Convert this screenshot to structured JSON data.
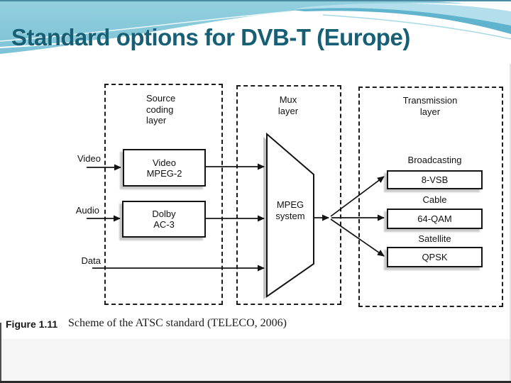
{
  "title": "Standard options for DVB-T (Europe)",
  "diagram": {
    "source_layer_label": "Source\ncoding\nlayer",
    "mux_layer_label": "Mux\nlayer",
    "transmission_layer_label": "Transmission\nlayer",
    "inputs": [
      {
        "label": "Video"
      },
      {
        "label": "Audio"
      },
      {
        "label": "Data"
      }
    ],
    "coding_boxes": [
      {
        "label": "Video\nMPEG-2"
      },
      {
        "label": "Dolby\nAC-3"
      }
    ],
    "mux_box_label": "MPEG\nsystem",
    "outputs": [
      {
        "channel": "Broadcasting",
        "modulation": "8-VSB"
      },
      {
        "channel": "Cable",
        "modulation": "64-QAM"
      },
      {
        "channel": "Satellite",
        "modulation": "QPSK"
      }
    ]
  },
  "caption": {
    "figure_label": "Figure 1.11",
    "text": "Scheme of the ATSC standard (TELECO, 2006)"
  },
  "colors": {
    "title_text": "#175f75",
    "header_base": "#87c9db",
    "header_light_band": "#b2dfeb",
    "header_accent_band": "#5fb3cd",
    "diagram_ink": "#141414",
    "scan_shadow": "#c2c2c2"
  }
}
